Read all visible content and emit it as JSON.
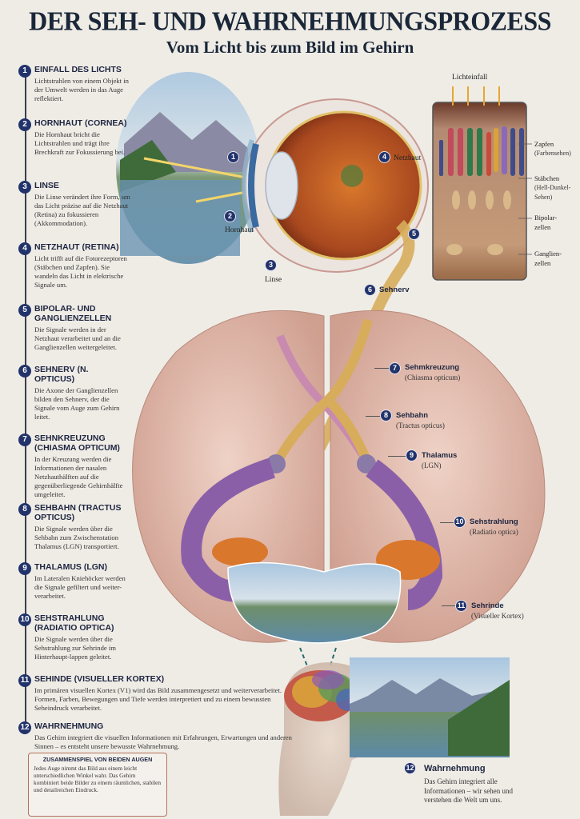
{
  "header": {
    "title": "DER SEH- UND WAHRNEHMUNGSPROZESS",
    "subtitle": "Vom Licht bis zum Bild im Gehirn"
  },
  "steps": [
    {
      "num": "1",
      "title": "Einfall des Lichts",
      "text": "Lichtstrahlen von einem Objekt in der Umwelt werden in das Auge reflektiert."
    },
    {
      "num": "2",
      "title": "Hornhaut (Cornea)",
      "text": "Die Hornhaut bricht die Lichtstrahlen und trägt ihre Brechkraft zur Fokussierung bei."
    },
    {
      "num": "3",
      "title": "Linse",
      "text": "Die Linse verändert ihre Form, um das Licht präzise auf die Netzhaut (Retina) zu fokussieren (Akkommodation)."
    },
    {
      "num": "4",
      "title": "Netzhaut (Retina)",
      "text": "Licht trifft auf die Fotorezeptoren (Stäbchen und Zapfen). Sie wandeln das Licht in elektrische Signale um."
    },
    {
      "num": "5",
      "title": "Bipolar- und Ganglienzellen",
      "text": "Die Signale werden in der Netzhaut verarbeitet und an die Ganglienzellen weitergeleitet."
    },
    {
      "num": "6",
      "title": "Sehnerv (N. Opticus)",
      "text": "Die Axone der Ganglienzellen bilden den Sehnerv, der die Signale vom Auge zum Gehirn leitet."
    },
    {
      "num": "7",
      "title": "Sehnkreuzung (Chiasma Opticum)",
      "text": "In der Kreuzung werden die Informationen der nasalen Netzhauthälften auf die gegenüberliegende Gehirnhälfte umgeleitet."
    },
    {
      "num": "8",
      "title": "Sehbahn (Tractus Opticus)",
      "text": "Die Signale werden über die Sehbahn zum Zwischenstation Thalamus (LGN) transportiert."
    },
    {
      "num": "9",
      "title": "Thalamus (LGN)",
      "text": "Im Lateralen Kniehöcker werden die Signale gefiltert und weiter-verarbeitet."
    },
    {
      "num": "10",
      "title": "Sehstrahlung (Radiatio Optica)",
      "text": "Die Signale werden über die Sehstrahlung zur Sehrinde im Hinterhaupt-lappen geleitet."
    },
    {
      "num": "11",
      "title": "Sehinde (Visueller Kortex)",
      "text": "Im primären visuellen Kortex (V1) wird das Bild zusammengesetzt und weiterverarbeitet. Formen, Farben, Bewegungen und Tiefe werden interpretiert und zu einem bewussten Seheindruck verarbeitet."
    },
    {
      "num": "12",
      "title": "Wahrnehmung",
      "text": "Das Gehirn integriert die visuellen Informationen mit Erfahrungen, Erwartungen und anderen Sinnen – es entsteht unsere bewusste Wahrnehmung."
    }
  ],
  "eye_labels": {
    "m1": "1",
    "m2": "2",
    "hornhaut": "Hornhaut",
    "m3": "3",
    "linse": "Linse",
    "m4": "4",
    "netzhaut": "Netzhaut",
    "m5": "5",
    "m6": "6",
    "sehnerv": "Sehnerv"
  },
  "retina_inset": {
    "lichteinfall": "Lichteinfall",
    "zapfen": "Zapfen",
    "zapfen_sub": "(Farbensehen)",
    "staebchen": "Stäbchen",
    "staebchen_sub": "(Hell-Dunkel-Sehen)",
    "bipolar": "Bipolar-zellen",
    "ganglien": "Ganglien-zellen"
  },
  "brain_labels": [
    {
      "num": "7",
      "name": "Sehmkreuzung",
      "sub": "(Chiasma opticum)"
    },
    {
      "num": "8",
      "name": "Sehbahn",
      "sub": "(Tractus opticus)"
    },
    {
      "num": "9",
      "name": "Thalamus",
      "sub": "(LGN)"
    },
    {
      "num": "10",
      "name": "Sehstrahlung",
      "sub": "(Radiatio optica)"
    },
    {
      "num": "11",
      "name": "Sehrinde",
      "sub": "(Visueller Kortex)"
    }
  ],
  "perception": {
    "num": "12",
    "title": "Wahrnehmung",
    "text": "Das Gehirn integriert alle Informationen – wir sehen und verstehen die Welt um uns."
  },
  "binocular_box": {
    "title": "ZUSAMMENSPIEL VON BEIDEN AUGEN",
    "text": "Jedes Auge nimmt das Bild aus einem leicht unterschiedlichen Winkel wahr. Das Gehirn kombiniert beide Bilder zu einem räumlichen, stabilen und detailreichen Eindruck."
  },
  "colors": {
    "accent_navy": "#22336b",
    "title": "#1a2738",
    "background": "#efece6",
    "nerve_gold": "#c9a24a",
    "radiation_purple": "#8b5fa8",
    "cortex_orange": "#d9782c",
    "brain_pink": "#e3bfb3"
  }
}
